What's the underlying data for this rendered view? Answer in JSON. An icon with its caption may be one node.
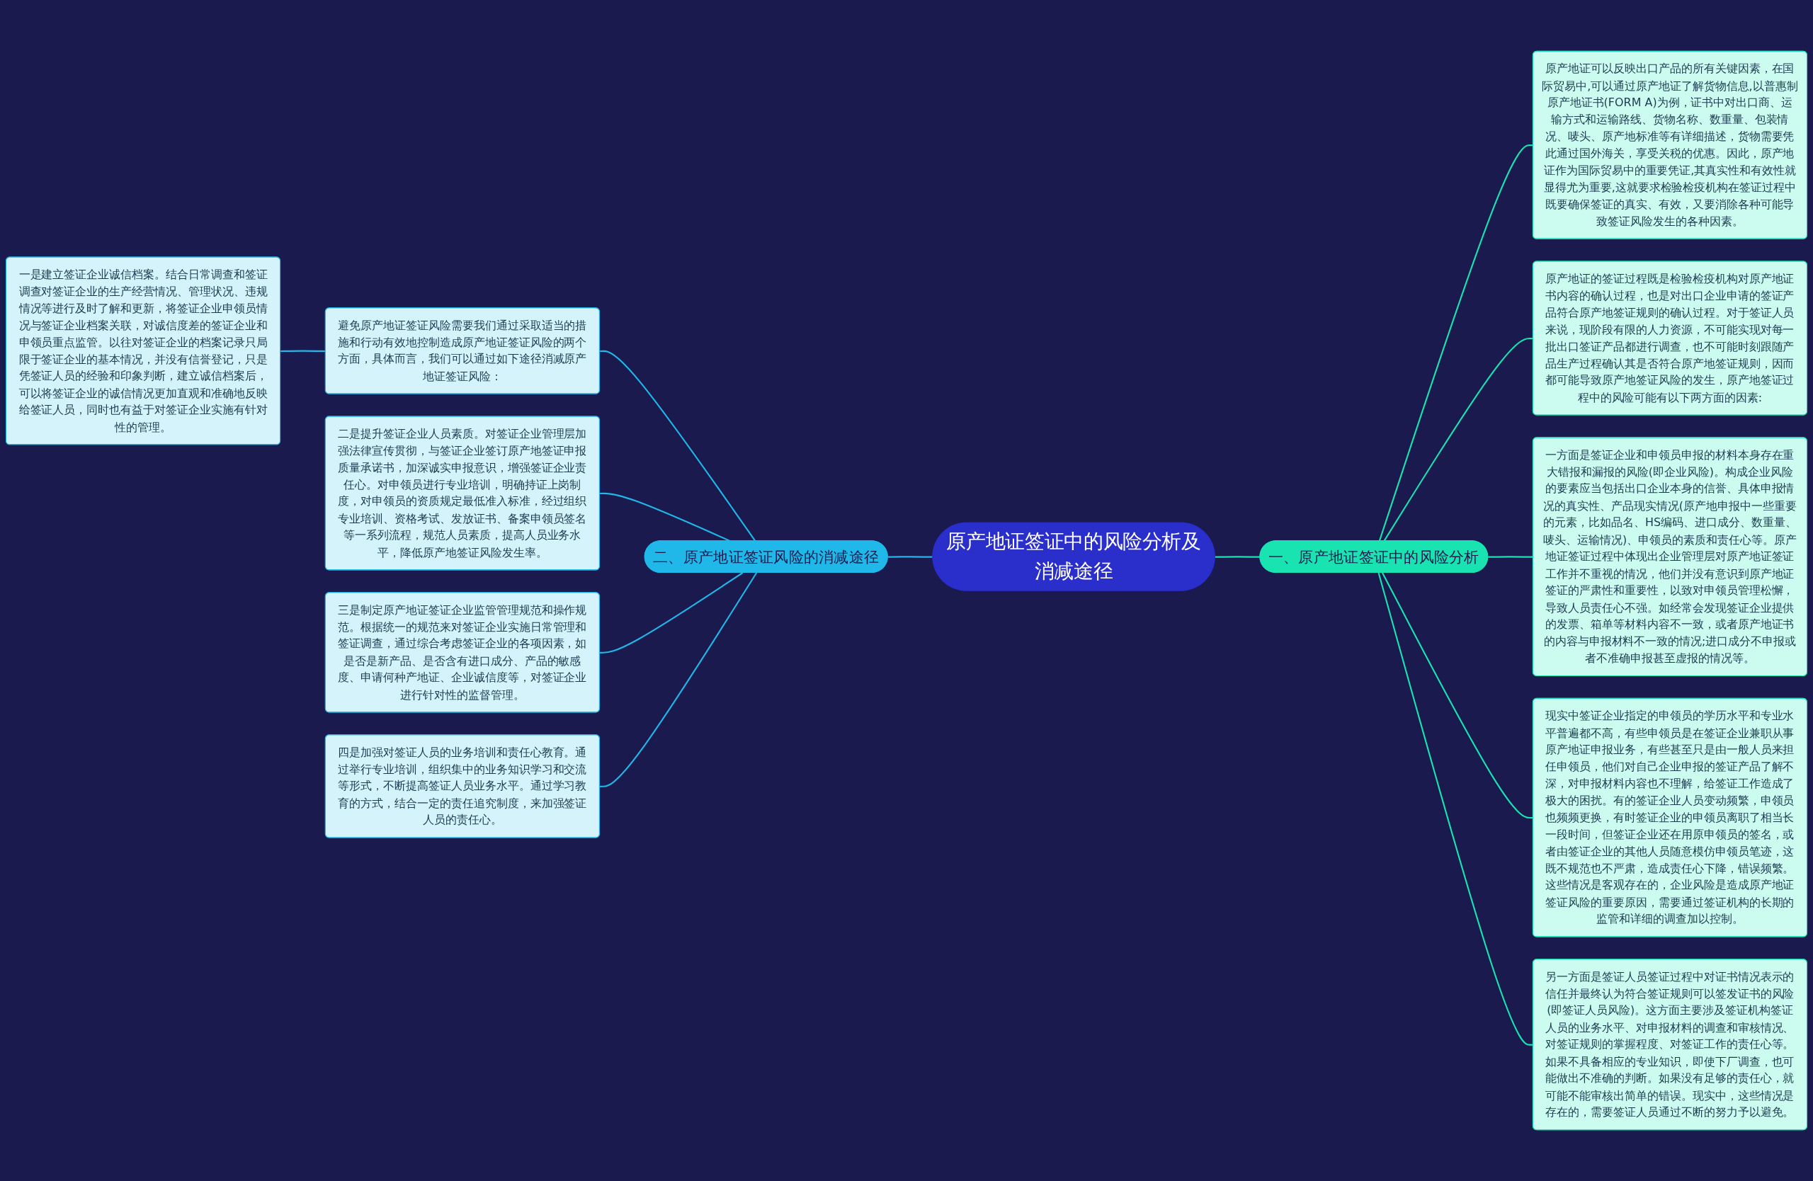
{
  "diagram": {
    "nodes": [
      {
        "text": [
          "原产地证签证中的风险分析及消减途径"
        ]
      },
      {
        "text": [
          "一、原产地证签证中的风险分析"
        ]
      },
      {
        "text": [
          "原产地证可以反映出口产品的所有关键因素，在国际贸易中,可以通过原产地证了解货物信息,以普惠制原产地证书(FORM A)为例，证书中对出口商、运输方式和运输路线、货物名称、数重量、包装情况、唛头、原产地标准等有详细描述，货物需要凭此通过国外海关，享受关税的优惠。因此，原产地证作为国际贸易中的重要凭证,其真实性和有效性就显得尤为重要,这就要求检验检疫机构在签证过程中既要确保签证的真实、有效，又要消除各种可能导致签证风险发生的各种因素。"
        ]
      },
      {
        "text": [
          "原产地证的签证过程既是检验检疫机构对原产地证书内容的确认过程，也是对出口企业申请的签证产品符合原产地签证规则的确认过程。对于签证人员来说，现阶段有限的人力资源，不可能实现对每一批出口签证产品都进行调查，也不可能时刻跟随产品生产过程确认其是否符合原产地签证规则，因而都可能导致原产地签证风险的发生，原产地签证过程中的风险可能有以下两方面的因素:"
        ]
      },
      {
        "text": [
          "一方面是签证企业和申领员申报的材料本身存在重大错报和漏报的风险(即企业风险)。构成企业风险的要素应当包括出口企业本身的信誉、具体申报情况的真实性、产品现实情况(原产地申报中一些重要的元素，比如品名、HS编码、进口成分、数重量、唛头、运输情况)、申领员的素质和责任心等。原产地证签证过程中体现出企业管理层对原产地证签证工作并不重视的情况，他们并没有意识到原产地证签证的严肃性和重要性，以致对申领员管理松懈，导致人员责任心不强。如经常会发现签证企业提供的发票、箱单等材料内容不一致，或者原产地证书的内容与申报材料不一致的情况;进口成分不申报或者不准确申报甚至虚报的情况等。"
        ]
      },
      {
        "text": [
          "现实中签证企业指定的申领员的学历水平和专业水平普遍都不高，有些申领员是在签证企业兼职从事原产地证申报业务，有些甚至只是由一般人员来担任申领员，他们对自己企业申报的签证产品了解不深，对申报材料内容也不理解，给签证工作造成了极大的困扰。有的签证企业人员变动频繁，申领员也频频更换，有时签证企业的申领员离职了相当长一段时间，但签证企业还在用原申领员的签名，或者由签证企业的其他人员随意模仿申领员笔迹，这既不规范也不严肃，造成责任心下降，错误频繁。这些情况是客观存在的，企业风险是造成原产地证签证风险的重要原因，需要通过签证机构的长期的监管和详细的调查加以控制。"
        ]
      },
      {
        "text": [
          "另一方面是签证人员签证过程中对证书情况表示的信任并最终认为符合签证规则可以签发证书的风险(即签证人员风险)。这方面主要涉及签证机构签证人员的业务水平、对申报材料的调查和审核情况、对签证规则的掌握程度、对签证工作的责任心等。如果不具备相应的专业知识，即使下厂调查，也可能做出不准确的判断。如果没有足够的责任心，就可能不能审核出简单的错误。现实中，这些情况是存在的，需要签证人员通过不断的努力予以避免。"
        ]
      },
      {
        "text": [
          "二、原产地证签证风险的消减途径"
        ]
      },
      {
        "text": [
          "避免原产地证签证风险需要我们通过采取适当的措施和行动有效地控制造成原产地证签证风险的两个方面，具体而言，我们可以通过如下途径消减原产地证签证风险："
        ]
      },
      {
        "text": [
          "一是建立签证企业诚信档案。结合日常调查和签证调查对签证企业的生产经营情况、管理状况、违规情况等进行及时了解和更新，将签证企业申领员情况与签证企业档案关联，对诚信度差的签证企业和申领员重点监管。以往对签证企业的档案记录只局限于签证企业的基本情况，并没有信誉登记，只是凭签证人员的经验和印象判断，建立诚信档案后，可以将签证企业的诚信情况更加直观和准确地反映给签证人员，同时也有益于对签证企业实施有针对性的管理。"
        ]
      },
      {
        "text": [
          "二是提升签证企业人员素质。对签证企业管理层加强法律宣传贯彻，与签证企业签订原产地签证申报质量承诺书，加深诚实申报意识，增强签证企业责任心。对申领员进行专业培训，明确持证上岗制度，对申领员的资质规定最低准入标准，经过组织专业培训、资格考试、发放证书、备案申领员签名等一系列流程，规范人员素质，提高人员业务水平，降低原产地签证风险发生率。"
        ]
      },
      {
        "text": [
          "三是制定原产地证签证企业监管管理规范和操作规范。根据统一的规范来对签证企业实施日常管理和签证调查，通过综合考虑签证企业的各项因素，如是否是新产品、是否含有进口成分、产品的敏感度、申请何种产地证、企业诚信度等，对签证企业进行针对性的监督管理。"
        ]
      },
      {
        "text": [
          "四是加强对签证人员的业务培训和责任心教育。通过举行专业培训，组织集中的业务知识学习和交流等形式，不断提高签证人员业务水平。通过学习教育的方式，结合一定的责任追究制度，来加强签证人员的责任心。"
        ]
      }
    ],
    "edges": [
      {
        "from": 0,
        "to": 1,
        "arrow": "none"
      },
      {
        "from": 1,
        "to": 2,
        "arrow": "none"
      },
      {
        "from": 1,
        "to": 3,
        "arrow": "none"
      },
      {
        "from": 1,
        "to": 4,
        "arrow": "none"
      },
      {
        "from": 1,
        "to": 5,
        "arrow": "none"
      },
      {
        "from": 1,
        "to": 6,
        "arrow": "none"
      },
      {
        "from": 0,
        "to": 7,
        "arrow": "none",
        "color": "#1fb8e8"
      },
      {
        "from": 7,
        "to": 8,
        "arrow": "none",
        "color": "#1fb8e8"
      },
      {
        "from": 8,
        "to": 9,
        "arrow": "none",
        "color": "#1fb8e8"
      },
      {
        "from": 7,
        "to": 10,
        "arrow": "none",
        "color": "#1fb8e8"
      },
      {
        "from": 7,
        "to": 11,
        "arrow": "none",
        "color": "#1fb8e8"
      },
      {
        "from": 7,
        "to": 12,
        "arrow": "none",
        "color": "#1fb8e8"
      }
    ]
  }
}
